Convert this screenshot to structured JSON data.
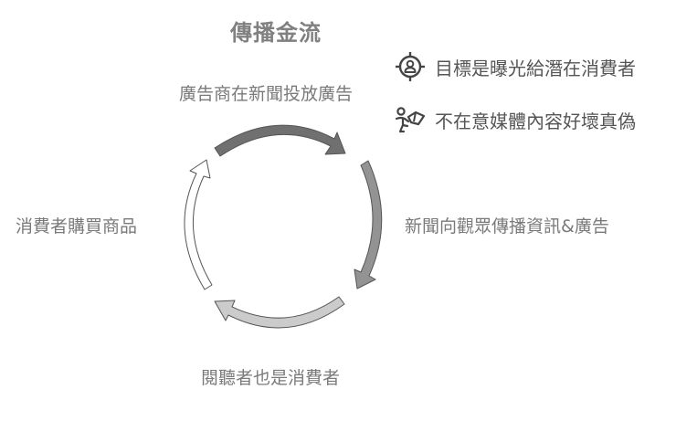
{
  "title": "傳播金流",
  "legend": {
    "items": [
      {
        "icon": "target-person-icon",
        "label": "目標是曝光給潛在消費者"
      },
      {
        "icon": "person-reading-icon",
        "label": "不在意媒體內容好壞真偽"
      }
    ]
  },
  "cycle": {
    "steps": [
      {
        "position": "top",
        "label": "廣告商在新聞投放廣告",
        "arrow_color": "#707070"
      },
      {
        "position": "right",
        "label": "新聞向觀眾傳播資訊&廣告",
        "arrow_color": "#939393"
      },
      {
        "position": "bottom",
        "label": "閱聽者也是消費者",
        "arrow_color": "#cbcbcb"
      },
      {
        "position": "left",
        "label": "消費者購買商品",
        "arrow_color": "#ffffff"
      }
    ],
    "arrow_stroke": "#555555"
  }
}
